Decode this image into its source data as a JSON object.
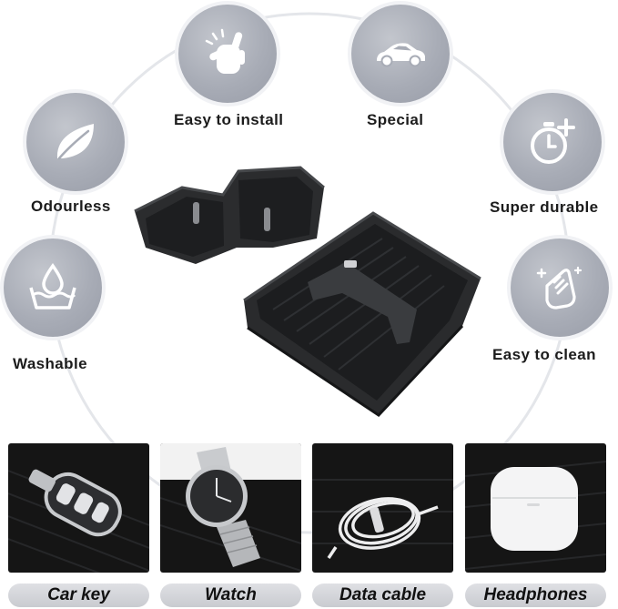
{
  "features": [
    {
      "label": "Easy to install",
      "icon": "hand-snap-icon"
    },
    {
      "label": "Special",
      "icon": "car-icon"
    },
    {
      "label": "Odourless",
      "icon": "leaf-icon"
    },
    {
      "label": "Super durable",
      "icon": "stopwatch-plus-icon"
    },
    {
      "label": "Washable",
      "icon": "wash-basin-icon"
    },
    {
      "label": "Easy to clean",
      "icon": "wipe-hand-icon"
    }
  ],
  "uses": [
    {
      "label": "Car key"
    },
    {
      "label": "Watch"
    },
    {
      "label": "Data cable"
    },
    {
      "label": "Headphones"
    }
  ],
  "colors": {
    "badge": "#a8acb6",
    "arc": "#e2e4e8",
    "tray": "#2a2b2d",
    "panel": "#151515",
    "caption": "#d6d7db"
  }
}
